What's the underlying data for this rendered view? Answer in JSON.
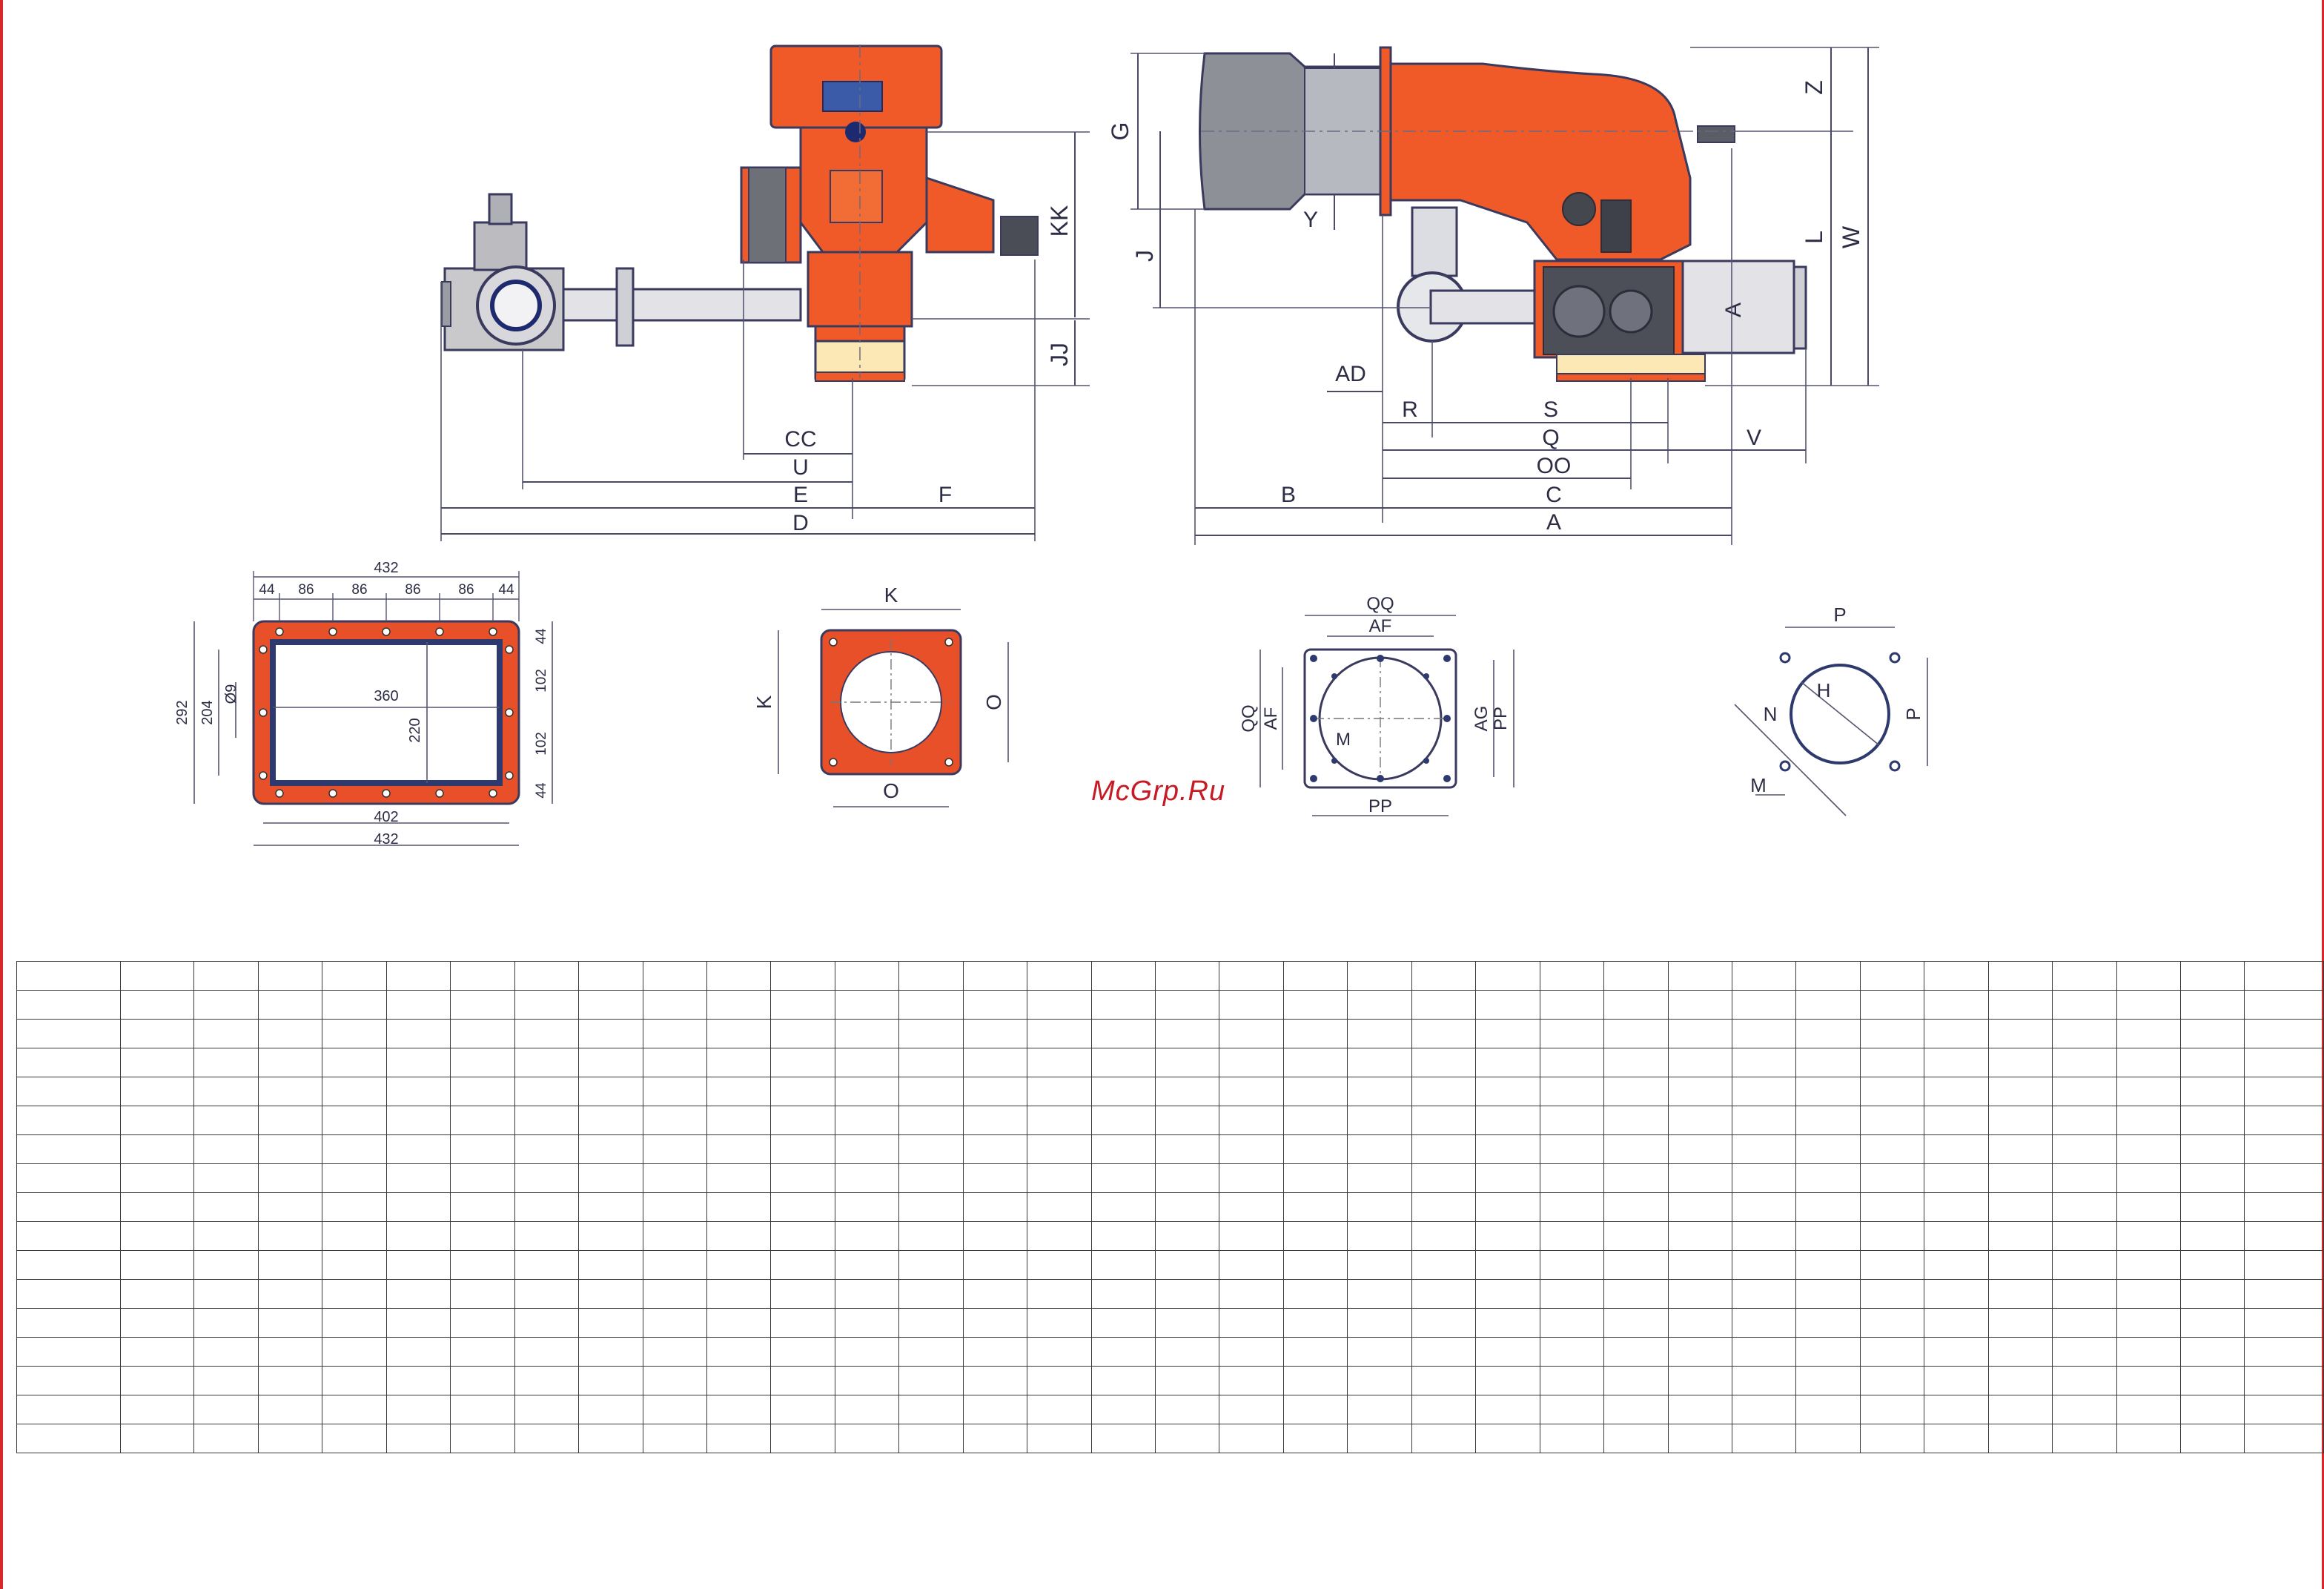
{
  "watermark": "McGrp.Ru",
  "side_view_labels": {
    "kk": "KK",
    "jj": "JJ",
    "cc": "CC",
    "u": "U",
    "e": "E",
    "f": "F",
    "d": "D"
  },
  "front_view_labels": {
    "g": "G",
    "j": "J",
    "y": "Y",
    "z": "Z",
    "l": "L",
    "w": "W",
    "ad": "AD",
    "r": "R",
    "s": "S",
    "q": "Q",
    "v": "V",
    "oo": "OO",
    "b": "B",
    "c": "C",
    "a": "A",
    "a_block": "A"
  },
  "rect_flange": {
    "top_total": "432",
    "top_segments": [
      "44",
      "86",
      "86",
      "86",
      "86",
      "44"
    ],
    "height_outer": "292",
    "height_inner": "204",
    "hole": "Ø9",
    "inner_width": "360",
    "inner_height": "220",
    "right_segments": [
      "44",
      "102",
      "102",
      "44"
    ],
    "bottom_inner": "402",
    "bottom_total": "432"
  },
  "square_flange": {
    "k_top": "K",
    "k_left": "K",
    "o_right": "O",
    "o_bottom": "O"
  },
  "plate": {
    "qq_top": "QQ",
    "af_top": "AF",
    "qq_left": "QQ",
    "af_left": "AF",
    "m": "M",
    "ag": "AG",
    "pp_right": "PP",
    "pp_bottom": "PP"
  },
  "round_flange": {
    "p_top": "P",
    "h": "H",
    "n": "N",
    "p_right": "P",
    "m": "M"
  },
  "table": {
    "rows": 17,
    "columns": 35
  }
}
